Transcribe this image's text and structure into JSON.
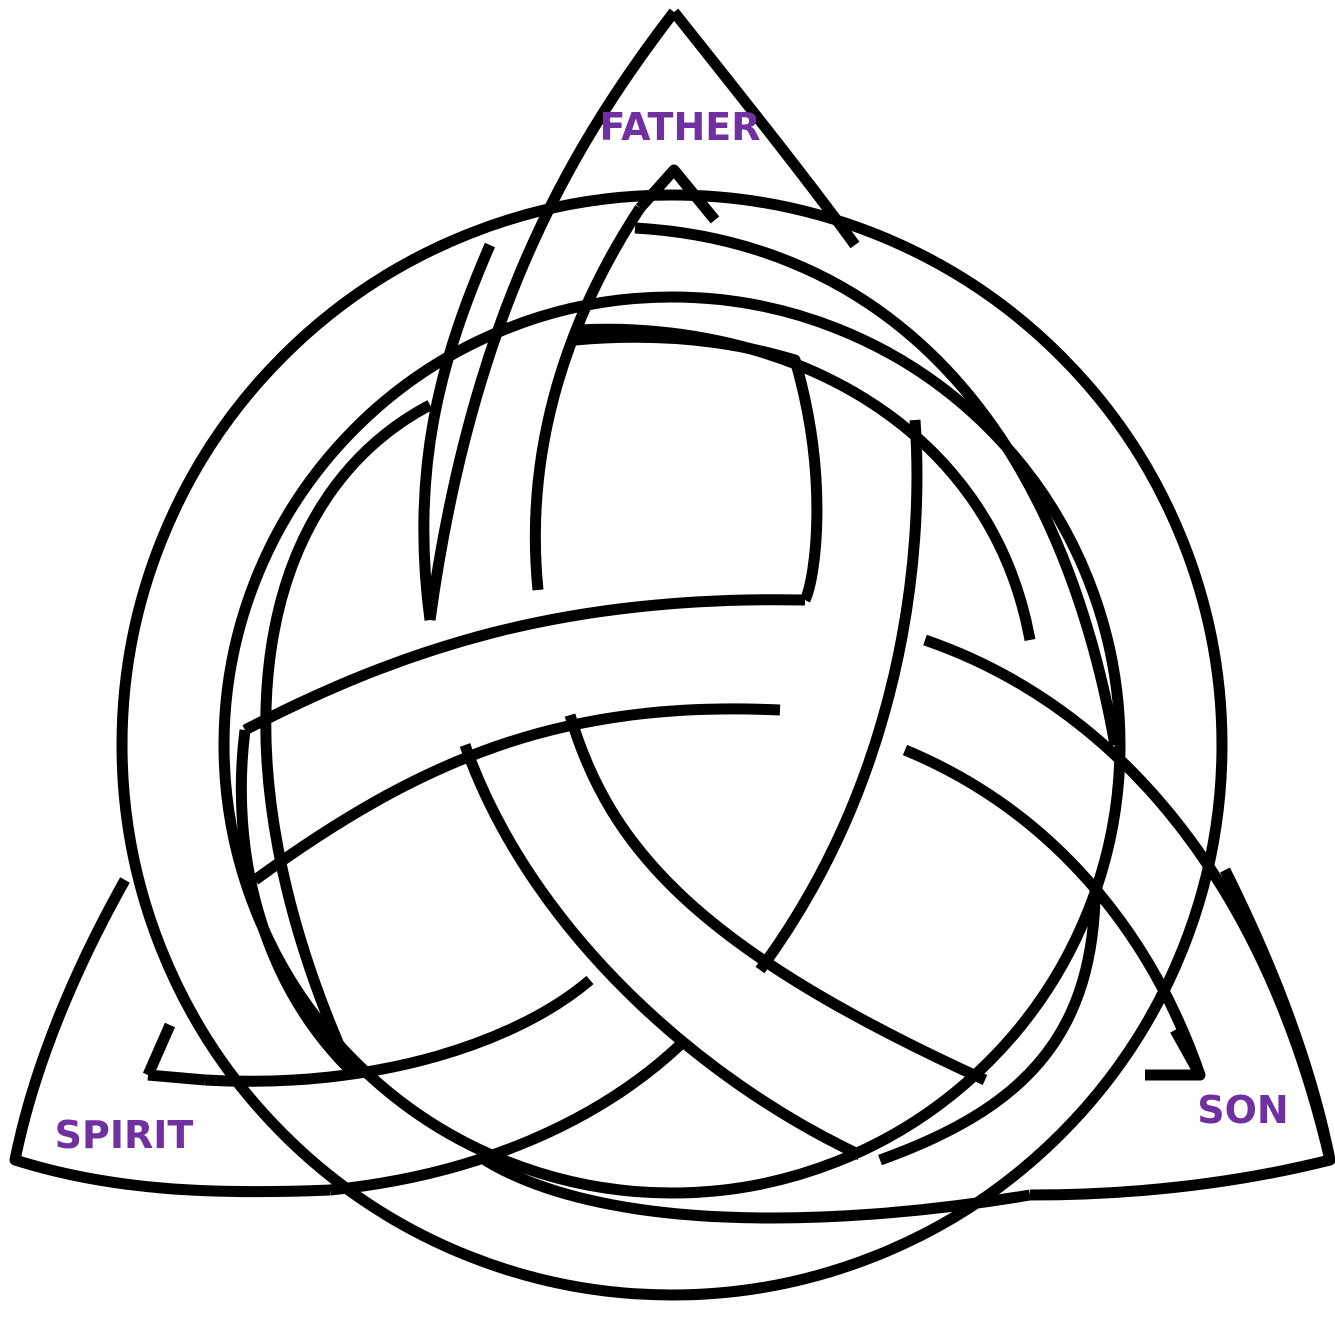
{
  "diagram": {
    "labels": {
      "father": "FATHER",
      "son": "SON",
      "spirit": "SPIRIT"
    },
    "label_color": "#7030a0",
    "stroke_color": "#000000",
    "fill_color": "#ffffff"
  }
}
